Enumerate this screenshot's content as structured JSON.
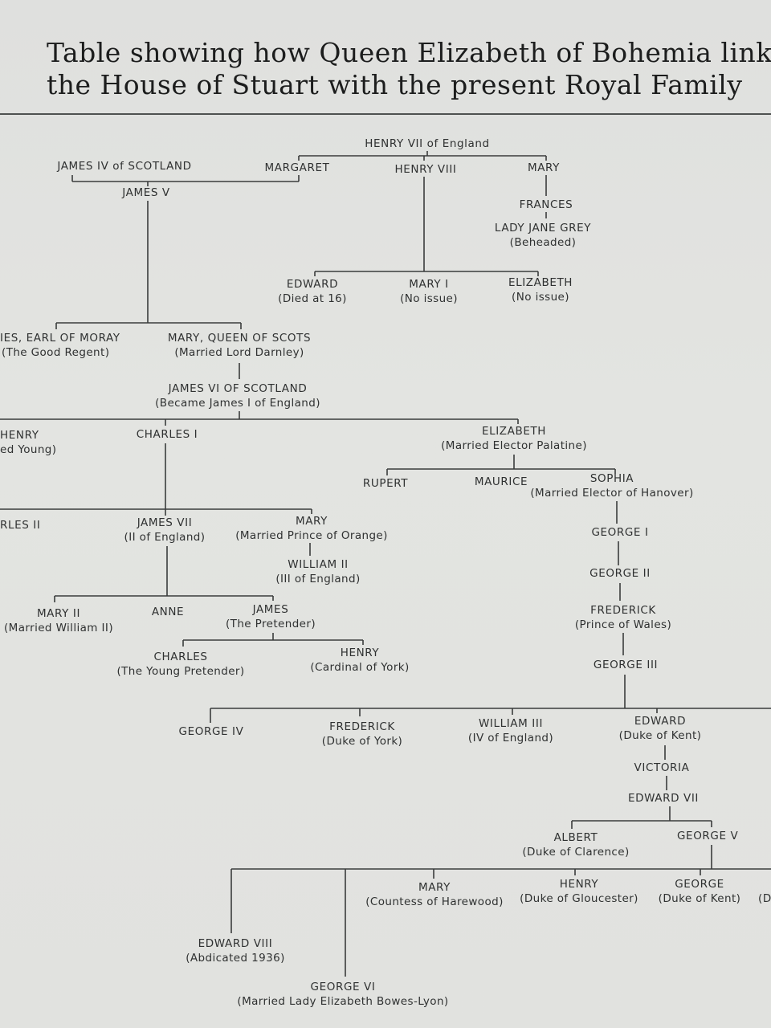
{
  "title": {
    "line1": "Table showing how Queen Elizabeth of Bohemia linked",
    "line2": "the House of Stuart with the present Royal Family"
  },
  "people": {
    "henry_vii": {
      "name": "HENRY VII of England"
    },
    "james_iv": {
      "name": "JAMES IV of SCOTLAND"
    },
    "margaret": {
      "name": "MARGARET"
    },
    "henry_viii": {
      "name": "HENRY VIII"
    },
    "mary_tudor_sister": {
      "name": "MARY"
    },
    "james_v": {
      "name": "JAMES V"
    },
    "frances": {
      "name": "FRANCES"
    },
    "lady_jane_grey": {
      "name": "LADY JANE GREY",
      "note": "(Beheaded)"
    },
    "edward_vi": {
      "name": "EDWARD",
      "note": "(Died at 16)"
    },
    "mary_i": {
      "name": "MARY I",
      "note": "(No issue)"
    },
    "elizabeth_i": {
      "name": "ELIZABETH",
      "note": "(No issue)"
    },
    "earl_of_moray": {
      "name": "IES, EARL OF MORAY",
      "note": "(The Good Regent)"
    },
    "mary_queen_of_scots": {
      "name": "MARY, QUEEN OF SCOTS",
      "note": "(Married Lord Darnley)"
    },
    "james_vi": {
      "name": "JAMES VI OF SCOTLAND",
      "note": "(Became James I of England)"
    },
    "henry_prince": {
      "name": "HENRY",
      "note": "ed Young)"
    },
    "charles_i": {
      "name": "CHARLES I"
    },
    "elizabeth_bohemia": {
      "name": "ELIZABETH",
      "note": "(Married Elector Palatine)"
    },
    "rupert": {
      "name": "RUPERT"
    },
    "maurice": {
      "name": "MAURICE"
    },
    "sophia": {
      "name": "SOPHIA",
      "note": "(Married Elector of Hanover)"
    },
    "charles_ii": {
      "name": "RLES II"
    },
    "james_vii": {
      "name": "JAMES VII",
      "note": "(II of England)"
    },
    "mary_orange": {
      "name": "MARY",
      "note": "(Married Prince of Orange)"
    },
    "william_ii": {
      "name": "WILLIAM II",
      "note": "(III of England)"
    },
    "george_i": {
      "name": "GEORGE I"
    },
    "george_ii": {
      "name": "GEORGE II"
    },
    "mary_ii": {
      "name": "MARY II",
      "note": "(Married William II)"
    },
    "anne": {
      "name": "ANNE"
    },
    "james_pretender": {
      "name": "JAMES",
      "note": "(The Pretender)"
    },
    "frederick_wales": {
      "name": "FREDERICK",
      "note": "(Prince of Wales)"
    },
    "charles_young_pretender": {
      "name": "CHARLES",
      "note": "(The Young Pretender)"
    },
    "henry_cardinal": {
      "name": "HENRY",
      "note": "(Cardinal of York)"
    },
    "george_iii": {
      "name": "GEORGE III"
    },
    "george_iv": {
      "name": "GEORGE IV"
    },
    "frederick_york": {
      "name": "FREDERICK",
      "note": "(Duke of York)"
    },
    "william_iii": {
      "name": "WILLIAM III",
      "note": "(IV of England)"
    },
    "edward_kent": {
      "name": "EDWARD",
      "note": "(Duke of Kent)"
    },
    "victoria": {
      "name": "VICTORIA"
    },
    "edward_vii": {
      "name": "EDWARD VII"
    },
    "albert": {
      "name": "ALBERT",
      "note": "(Duke of Clarence)"
    },
    "george_v": {
      "name": "GEORGE V"
    },
    "mary_harewood": {
      "name": "MARY",
      "note": "(Countess of Harewood)"
    },
    "henry_gloucester": {
      "name": "HENRY",
      "note": "(Duke of Gloucester)"
    },
    "george_kent": {
      "name": "GEORGE",
      "note": "(Duke of Kent)"
    },
    "edge_d": {
      "name": "(D"
    },
    "edward_viii": {
      "name": "EDWARD VIII",
      "note": "(Abdicated 1936)"
    },
    "george_vi": {
      "name": "GEORGE VI",
      "note": "(Married Lady Elizabeth Bowes-Lyon)"
    }
  }
}
